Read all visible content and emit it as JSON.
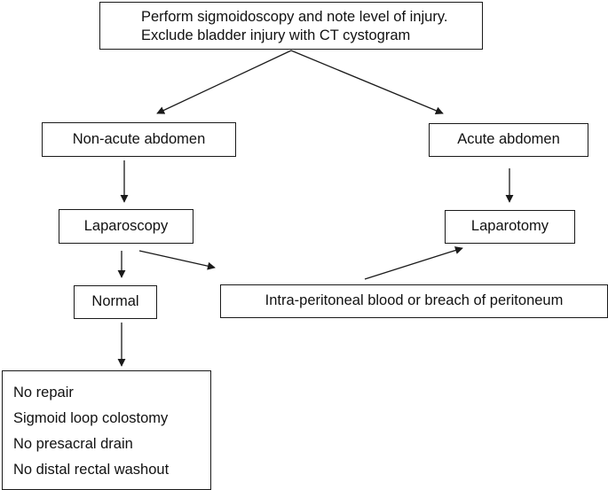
{
  "diagram": {
    "top": {
      "line1": "Perform sigmoidoscopy and note level of injury.",
      "line2": "Exclude bladder injury with CT cystogram"
    },
    "non_acute": "Non-acute abdomen",
    "acute": "Acute abdomen",
    "laparoscopy": "Laparoscopy",
    "laparotomy": "Laparotomy",
    "normal": "Normal",
    "intraperitoneal": "Intra-peritoneal blood or breach of peritoneum",
    "outcome": [
      "No repair",
      "Sigmoid loop colostomy",
      "No presacral drain",
      "No distal rectal washout"
    ]
  },
  "colors": {
    "line": "#1a1a1a",
    "text": "#111111",
    "background": "#ffffff"
  }
}
